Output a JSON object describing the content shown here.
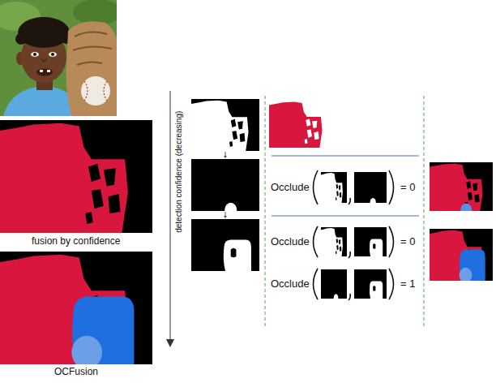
{
  "diagram": {
    "labels": [
      "fusion by confidence",
      "OCFusion",
      "detection confidence (decreasing)",
      "Occlude",
      "= 0",
      "Occlude",
      "= 0",
      "Occlude",
      "= 1"
    ]
  }
}
